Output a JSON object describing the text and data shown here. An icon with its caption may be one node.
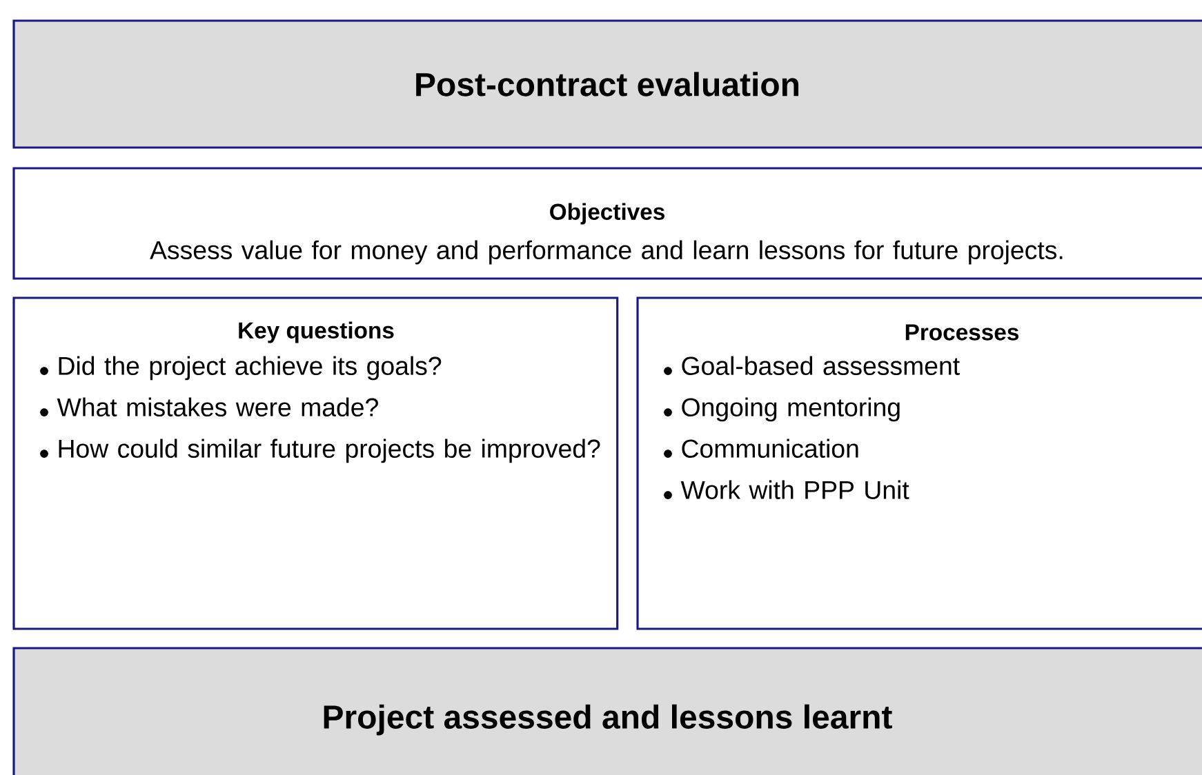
{
  "diagram": {
    "nodes": [
      {
        "text": [
          "Post-contract evaluation"
        ]
      },
      {
        "text": [
          "Objectives",
          "Assess value for money and performance and learn lessons for future projects."
        ]
      },
      {
        "text": [
          "Key questions",
          "Did the project achieve its goals?",
          "What mistakes were made?",
          "How could similar future projects be improved?"
        ]
      },
      {
        "text": [
          "Processes",
          "Goal-based assessment",
          "Ongoing mentoring",
          "Communication",
          "Work with PPP Unit"
        ]
      },
      {
        "text": [
          "Project assessed and lessons learnt"
        ]
      }
    ]
  }
}
